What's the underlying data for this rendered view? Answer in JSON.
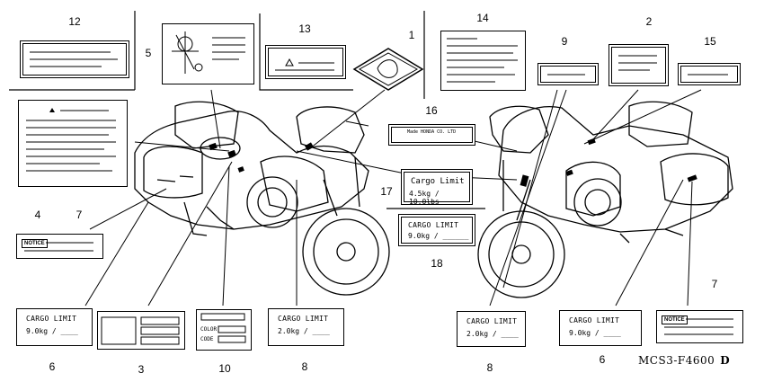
{
  "items": {
    "n1": "1",
    "n2": "2",
    "n3": "3",
    "n4": "4",
    "n5": "5",
    "n6": "6",
    "n7": "7",
    "n8": "8",
    "n9": "9",
    "n10": "10",
    "n12": "12",
    "n13": "13",
    "n14": "14",
    "n15": "15",
    "n16": "16",
    "n17": "17",
    "n18": "18"
  },
  "cargo_labels": {
    "item6": {
      "title": "CARGO LIMIT",
      "value": "9.0kg / ____"
    },
    "item8": {
      "title": "CARGO LIMIT",
      "value": "2.0kg / ____"
    },
    "item17": {
      "title": "Cargo Limit",
      "value": "4.5kg / 10.0lbs"
    },
    "item18": {
      "title": "CARGO LIMIT",
      "value": "9.0kg / ______"
    }
  },
  "notice_label": "NOTICE",
  "item10": {
    "color": "COLOR",
    "code": "CODE"
  },
  "item16": {
    "text": "Made HONDA CO. LTD"
  },
  "reference": {
    "code": "MCS3-F4600",
    "suffix": "D"
  }
}
